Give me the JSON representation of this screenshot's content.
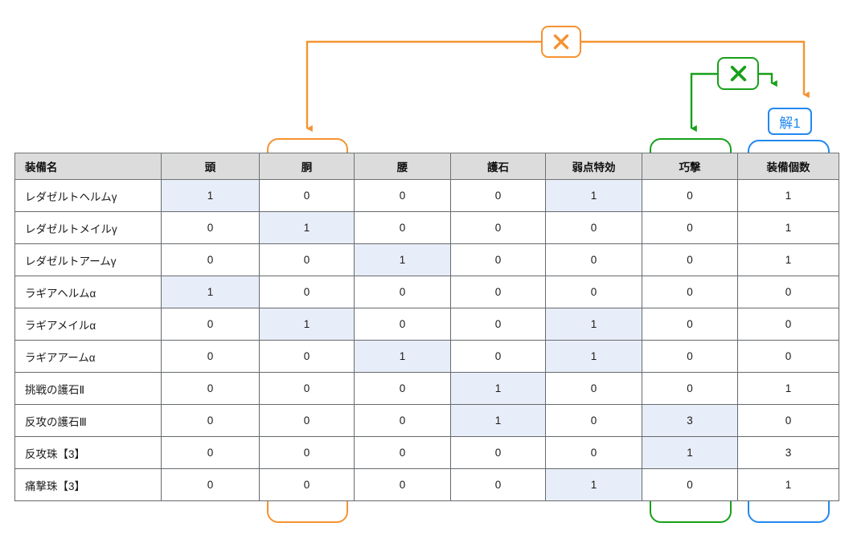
{
  "table": {
    "headers": [
      "装備名",
      "頭",
      "胴",
      "腰",
      "護石",
      "弱点特効",
      "巧撃",
      "装備個数"
    ],
    "rows": [
      {
        "name": "レダゼルトヘルムγ",
        "values": [
          "1",
          "0",
          "0",
          "0",
          "1",
          "0",
          "1"
        ],
        "highlight": [
          true,
          false,
          false,
          false,
          true,
          false,
          false
        ]
      },
      {
        "name": "レダゼルトメイルγ",
        "values": [
          "0",
          "1",
          "0",
          "0",
          "0",
          "0",
          "1"
        ],
        "highlight": [
          false,
          true,
          false,
          false,
          false,
          false,
          false
        ]
      },
      {
        "name": "レダゼルトアームγ",
        "values": [
          "0",
          "0",
          "1",
          "0",
          "0",
          "0",
          "1"
        ],
        "highlight": [
          false,
          false,
          true,
          false,
          false,
          false,
          false
        ]
      },
      {
        "name": "ラギアヘルムα",
        "values": [
          "1",
          "0",
          "0",
          "0",
          "0",
          "0",
          "0"
        ],
        "highlight": [
          true,
          false,
          false,
          false,
          false,
          false,
          false
        ]
      },
      {
        "name": "ラギアメイルα",
        "values": [
          "0",
          "1",
          "0",
          "0",
          "1",
          "0",
          "0"
        ],
        "highlight": [
          false,
          true,
          false,
          false,
          true,
          false,
          false
        ]
      },
      {
        "name": "ラギアアームα",
        "values": [
          "0",
          "0",
          "1",
          "0",
          "1",
          "0",
          "0"
        ],
        "highlight": [
          false,
          false,
          true,
          false,
          true,
          false,
          false
        ]
      },
      {
        "name": "挑戦の護石Ⅱ",
        "values": [
          "0",
          "0",
          "0",
          "1",
          "0",
          "0",
          "1"
        ],
        "highlight": [
          false,
          false,
          false,
          true,
          false,
          false,
          false
        ]
      },
      {
        "name": "反攻の護石Ⅲ",
        "values": [
          "0",
          "0",
          "0",
          "1",
          "0",
          "3",
          "0"
        ],
        "highlight": [
          false,
          false,
          false,
          true,
          false,
          true,
          false
        ]
      },
      {
        "name": "反攻珠【3】",
        "values": [
          "0",
          "0",
          "0",
          "0",
          "0",
          "1",
          "3"
        ],
        "highlight": [
          false,
          false,
          false,
          false,
          false,
          true,
          false
        ]
      },
      {
        "name": "痛撃珠【3】",
        "values": [
          "0",
          "0",
          "0",
          "0",
          "1",
          "0",
          "1"
        ],
        "highlight": [
          false,
          false,
          false,
          false,
          true,
          false,
          false
        ]
      }
    ]
  },
  "annotations": {
    "multiply_orange": {
      "symbol": "×",
      "color": "#f59331"
    },
    "multiply_green": {
      "symbol": "×",
      "color": "#17a01a"
    },
    "solution_label": {
      "text": "解1",
      "color": "#2288f0"
    },
    "highlighted_columns": [
      {
        "name": "胴",
        "color": "#f59331"
      },
      {
        "name": "巧撃",
        "color": "#17a01a"
      },
      {
        "name": "装備個数",
        "color": "#2288f0"
      }
    ]
  },
  "colors": {
    "orange": "#f59331",
    "green": "#17a01a",
    "blue": "#2288f0",
    "header_bg": "#dcdcdc",
    "cell_highlight": "#e8eef9",
    "grid_line": "#666a6e"
  }
}
